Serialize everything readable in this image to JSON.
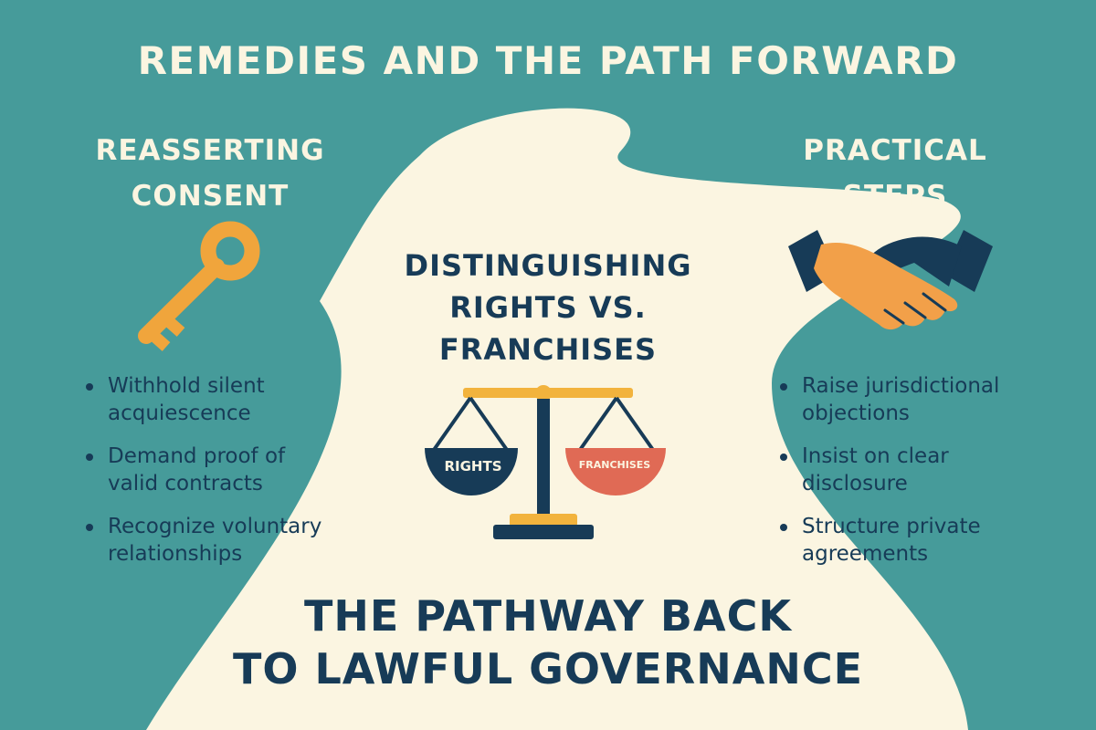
{
  "title": "REMEDIES AND THE PATH FORWARD",
  "left_section": {
    "heading_line1": "REASSERTING",
    "heading_line2": "CONSENT",
    "icon": "key-icon",
    "bullets": [
      {
        "line1": "Withhold silent",
        "line2": "acquiescence"
      },
      {
        "line1": "Demand proof of",
        "line2": "valid contracts"
      },
      {
        "line1": "Recognize voluntary",
        "line2": "relationships"
      }
    ]
  },
  "center_section": {
    "heading_line1": "DISTINGUISHING",
    "heading_line2": "RIGHTS VS.",
    "heading_line3": "FRANCHISES",
    "icon": "scales-icon",
    "left_pan_label": "RIGHTS",
    "right_pan_label": "FRANCHISES"
  },
  "right_section": {
    "heading_line1": "PRACTICAL",
    "heading_line2": "STEPS",
    "icon": "handshake-icon",
    "bullets": [
      {
        "line1": "Raise jurisdictional",
        "line2": "objections"
      },
      {
        "line1": "Insist on clear",
        "line2": "disclosure"
      },
      {
        "line1": "Structure private",
        "line2": "agreements"
      }
    ]
  },
  "bottom_title": {
    "line1": "THE PATHWAY BACK",
    "line2": "TO LAWFUL GOVERNANCE"
  },
  "colors": {
    "background_teal": "#469b9a",
    "path_cream": "#fbf5e1",
    "navy": "#173b57",
    "key_orange": "#f0a53c",
    "hand_orange": "#f2a049",
    "scale_gold": "#f2b33d",
    "pan_red": "#e06a55"
  }
}
